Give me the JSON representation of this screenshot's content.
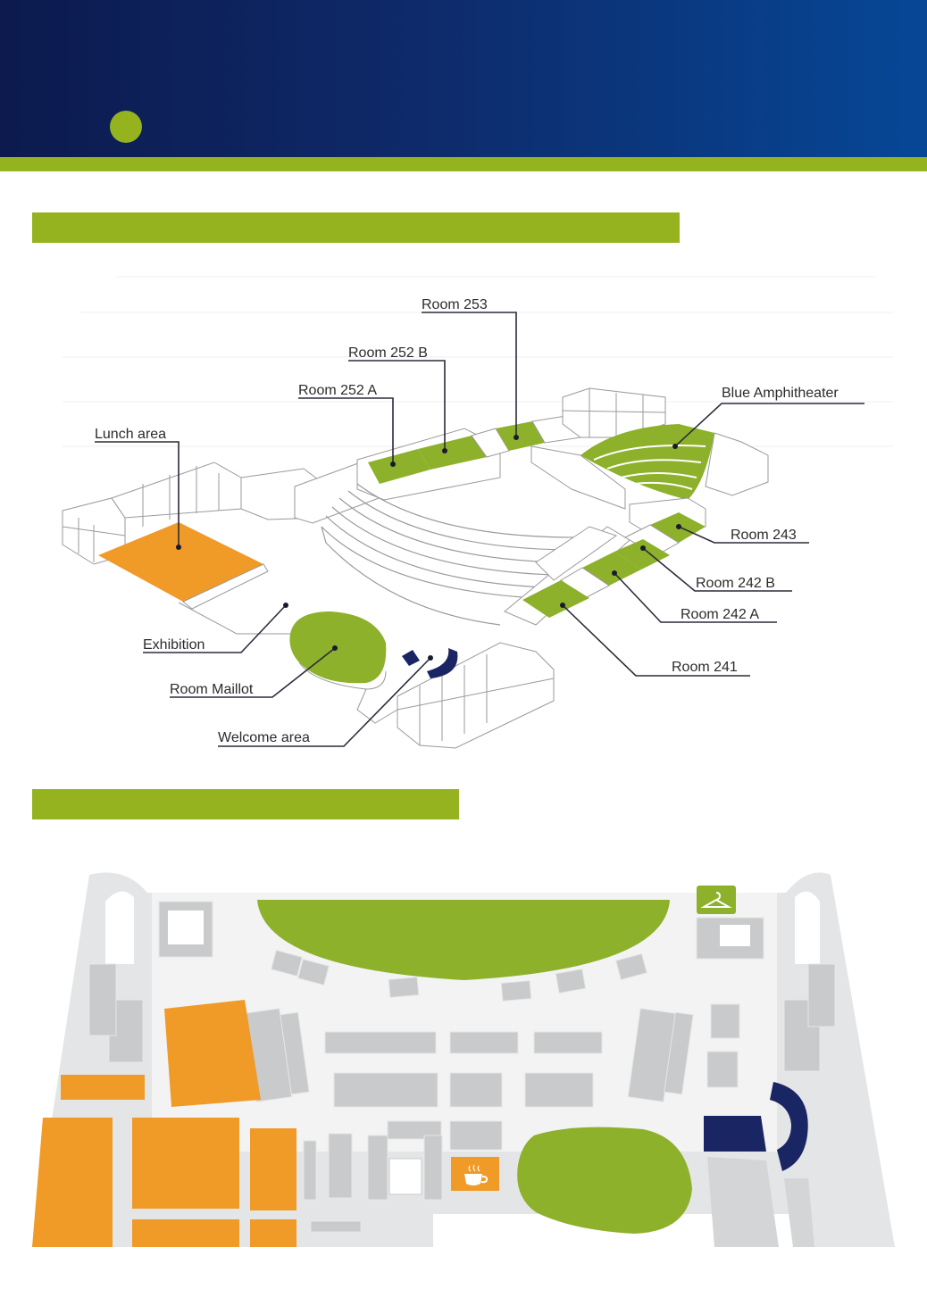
{
  "colors": {
    "header_navy": "#0c1a4e",
    "header_blue": "#064796",
    "accent_green": "#95b31f",
    "room_green": "#8db12a",
    "area_orange": "#f09a28",
    "welcome_navy": "#1a2563",
    "map_grey": "#c9cacb"
  },
  "iso_map": {
    "labels": {
      "room_253": "Room 253",
      "room_252b": "Room 252 B",
      "room_252a": "Room 252 A",
      "lunch_area": "Lunch area",
      "blue_amphitheater": "Blue Amphitheater",
      "room_243": "Room 243",
      "room_242b": "Room 242 B",
      "room_242a": "Room 242 A",
      "room_241": "Room 241",
      "exhibition": "Exhibition",
      "room_maillot": "Room Maillot",
      "welcome_area": "Welcome area"
    }
  },
  "floor_plan": {
    "icons": [
      "cloakroom-hanger-icon",
      "coffee-cup-icon"
    ]
  }
}
